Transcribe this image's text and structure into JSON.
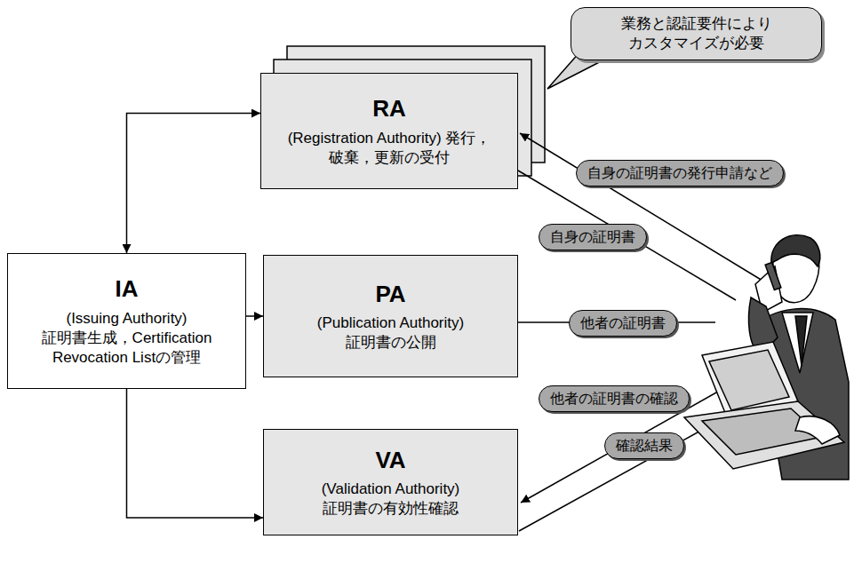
{
  "diagram": {
    "nodes": [
      {
        "text": [
          "業務と認証要件により カスタマイズが必要"
        ]
      },
      {
        "text": [
          "RA",
          "(Registration Authority) 発行，破棄，更新の受付"
        ]
      },
      {
        "text": [
          "自身の証明書の発行申請など"
        ]
      },
      {
        "text": [
          "自身の証明書"
        ]
      },
      {
        "text": [
          "IA",
          "(Issuing Authority) 証明書生成，Certification Revocation Listの管理"
        ]
      },
      {
        "text": [
          "PA",
          "(Publication Authority) 証明書の公開"
        ]
      },
      {
        "text": [
          "他者の証明書"
        ]
      },
      {
        "text": [
          "他者の証明書の確認"
        ]
      },
      {
        "text": [
          "確認結果"
        ]
      },
      {
        "text": [
          "VA",
          "(Validation Authority) 証明書の有効性確認"
        ]
      }
    ],
    "edges": [
      {
        "from": 4,
        "to": 1,
        "arrow": "both"
      },
      {
        "from": 4,
        "to": 5,
        "arrow": "to"
      },
      {
        "from": 4,
        "to": 9,
        "arrow": "to"
      }
    ]
  }
}
